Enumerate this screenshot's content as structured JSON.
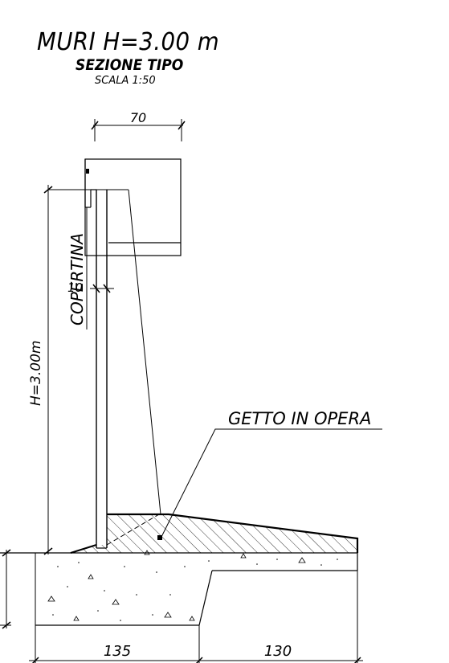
{
  "title": "MURI  H=3.00  m",
  "subtitle": "SEZIONE  TIPO",
  "scale": "SCALA  1:50",
  "labels": {
    "getto": "GETTO  IN  OPERA",
    "copertina": "COPERTINA",
    "height": "H=3.00m"
  },
  "dimensions": {
    "top_width": "70",
    "wall_thickness": "10",
    "base_left": "135",
    "base_right": "130"
  }
}
